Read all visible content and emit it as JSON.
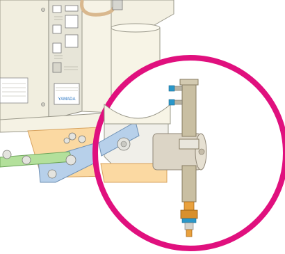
{
  "colors": {
    "magnify_circle": "#e0107e",
    "cabinet": "#f3f0e2",
    "cabinet_edge": "#9a988a",
    "steel_bracket": "#b7d0ea",
    "green_bracket": "#b3e09b",
    "orange_base": "#fbd9a2",
    "cylinder": "#dcd5c6",
    "tube": "#c9bfa2",
    "brass_fitting": "#e9a13d",
    "blue_nozzle": "#2a97c9",
    "hose": "#d9b88e"
  },
  "icons": [
    "magnifier-callout",
    "air-cylinder",
    "fitting",
    "hose"
  ],
  "panel": {
    "brand": "YAMADA",
    "label_top": "",
    "labels": []
  }
}
